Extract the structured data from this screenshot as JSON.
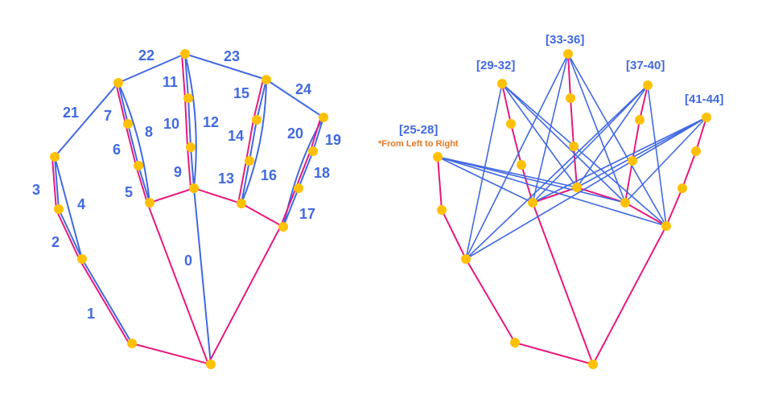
{
  "colors": {
    "edge_blue": "#4169E1",
    "edge_pink": "#E6197D",
    "node_yellow": "#FFC107",
    "label_blue": "#4169E1",
    "note_orange": "#E87722"
  },
  "left_diagram": {
    "edge_labels": [
      "0",
      "1",
      "2",
      "3",
      "4",
      "5",
      "6",
      "7",
      "8",
      "9",
      "10",
      "11",
      "12",
      "13",
      "14",
      "15",
      "16",
      "17",
      "18",
      "19",
      "20",
      "21",
      "22",
      "23",
      "24"
    ]
  },
  "right_diagram": {
    "group_labels": [
      "[25-28]",
      "[29-32]",
      "[33-36]",
      "[37-40]",
      "[41-44]"
    ],
    "note": "*From Left to Right"
  }
}
